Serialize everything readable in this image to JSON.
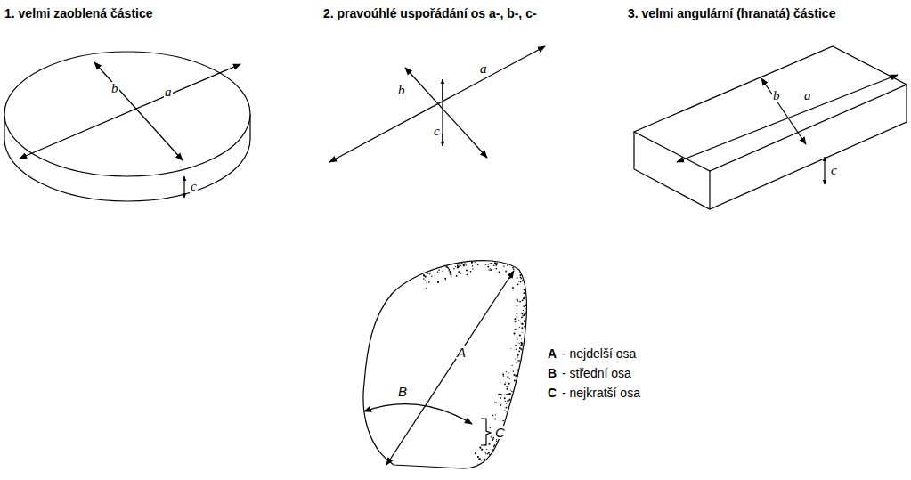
{
  "diagram": {
    "labels": [
      "1. velmi zaoblená částice",
      "b",
      "a",
      "c",
      "2. pravoúhlé uspořádání os a-, b-, c-",
      "b",
      "a",
      "c",
      "3. velmi angulární (hranatá) částice",
      "b",
      "a",
      "c",
      "A",
      "B",
      "C",
      "A",
      "- nejdelší osa",
      "B",
      "- střední osa",
      "C",
      "- nejkratší osa"
    ]
  }
}
